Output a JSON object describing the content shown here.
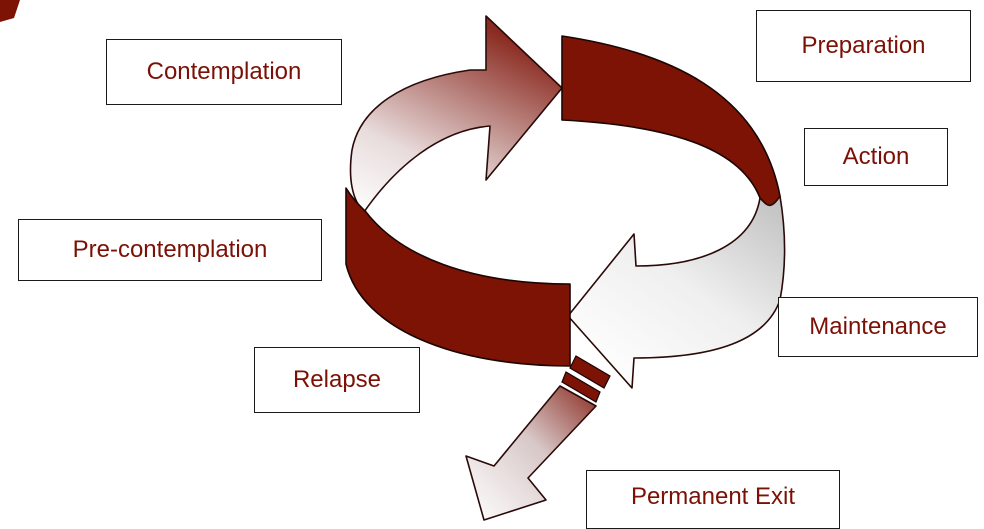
{
  "stages": {
    "contemplation": "Contemplation",
    "preparation": "Preparation",
    "action": "Action",
    "precontemplation": "Pre-contemplation",
    "maintenance": "Maintenance",
    "relapse": "Relapse",
    "permanent_exit": "Permanent Exit"
  },
  "colors": {
    "stage_text": "#7b1106",
    "band_dark": "#7c1305",
    "arrow_gradient_light": "#ffffff",
    "box_border": "#1a1a1a"
  }
}
